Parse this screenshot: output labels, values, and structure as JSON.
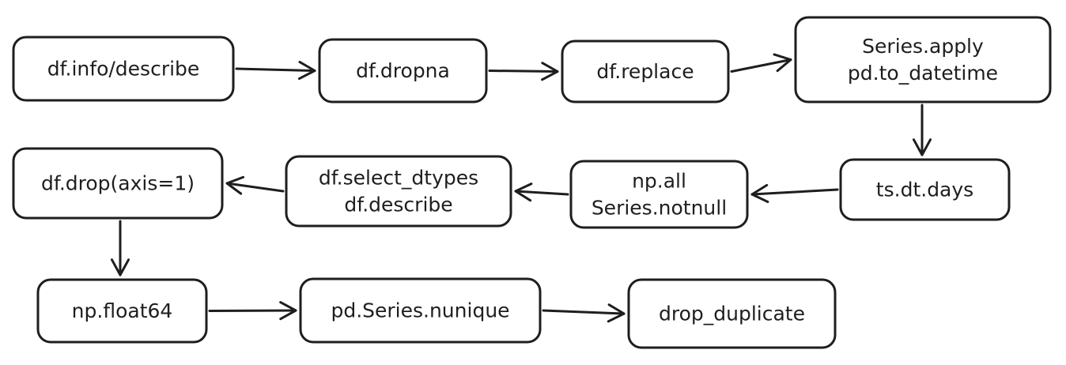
{
  "diagram": {
    "stroke_color": "#1e1e1e",
    "background_color": "#ffffff",
    "nodes": [
      {
        "id": "info",
        "lines": [
          "df.info/describe"
        ]
      },
      {
        "id": "dropna",
        "lines": [
          "df.dropna"
        ]
      },
      {
        "id": "replace",
        "lines": [
          "df.replace"
        ]
      },
      {
        "id": "apply",
        "lines": [
          "Series.apply",
          "pd.to_datetime"
        ]
      },
      {
        "id": "days",
        "lines": [
          "ts.dt.days"
        ]
      },
      {
        "id": "all",
        "lines": [
          "np.all",
          "Series.notnull"
        ]
      },
      {
        "id": "select",
        "lines": [
          "df.select_dtypes",
          "df.describe"
        ]
      },
      {
        "id": "drop",
        "lines": [
          "df.drop(axis=1)"
        ]
      },
      {
        "id": "float64",
        "lines": [
          "np.float64"
        ]
      },
      {
        "id": "nunique",
        "lines": [
          "pd.Series.nunique"
        ]
      },
      {
        "id": "dup",
        "lines": [
          "drop_duplicate"
        ]
      }
    ],
    "edges": [
      {
        "from": "info",
        "to": "dropna"
      },
      {
        "from": "dropna",
        "to": "replace"
      },
      {
        "from": "replace",
        "to": "apply"
      },
      {
        "from": "apply",
        "to": "days"
      },
      {
        "from": "days",
        "to": "all"
      },
      {
        "from": "all",
        "to": "select"
      },
      {
        "from": "select",
        "to": "drop"
      },
      {
        "from": "drop",
        "to": "float64"
      },
      {
        "from": "float64",
        "to": "nunique"
      },
      {
        "from": "nunique",
        "to": "dup"
      }
    ]
  }
}
